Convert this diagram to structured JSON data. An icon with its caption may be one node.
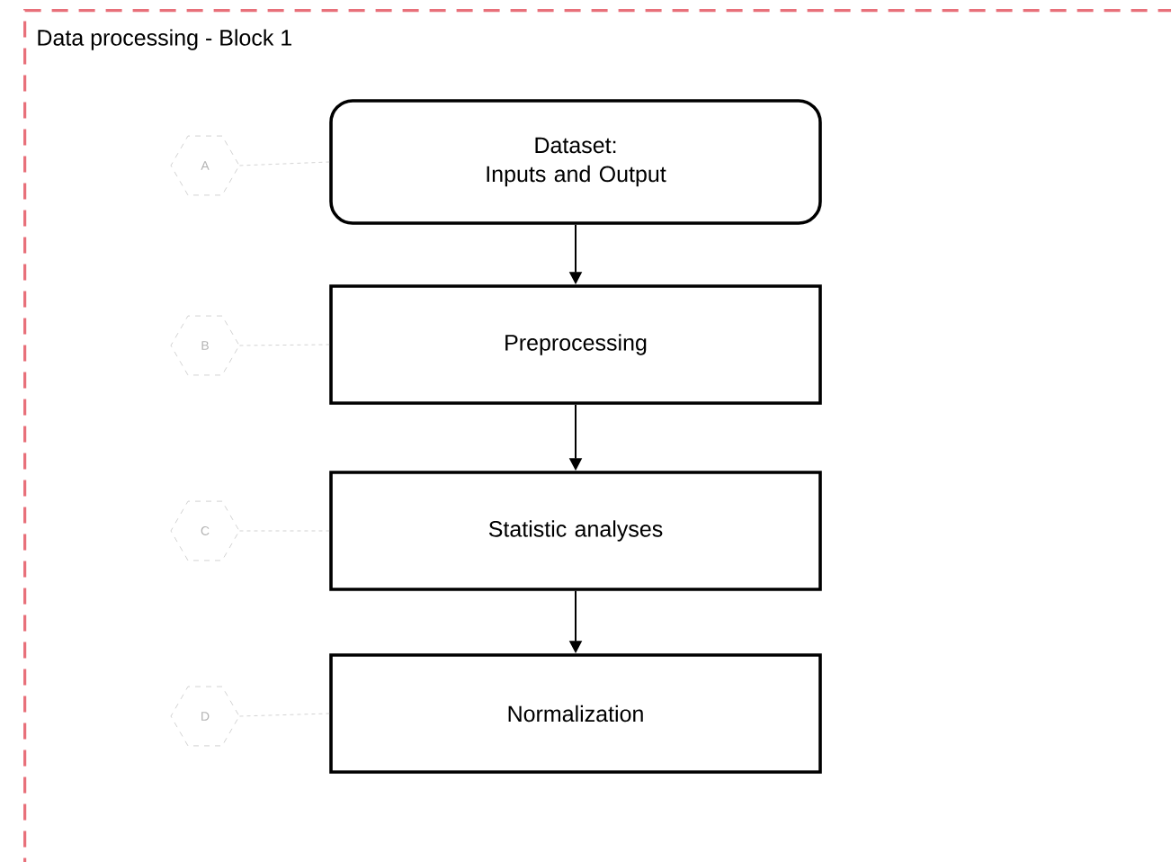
{
  "diagram": {
    "nodes": [
      {
        "text": [
          "Data processing - Block 1"
        ]
      },
      {
        "text": [
          "Dataset:",
          "Inputs and Output"
        ],
        "in": 0
      },
      {
        "text": [
          "Preprocessing"
        ],
        "in": 0
      },
      {
        "text": [
          "Statistic analyses"
        ],
        "in": 0
      },
      {
        "text": [
          "Normalization"
        ],
        "in": 0
      },
      {
        "text": [
          "A"
        ],
        "in": 0
      },
      {
        "text": [
          "B"
        ],
        "in": 0
      },
      {
        "text": [
          "C"
        ],
        "in": 0
      },
      {
        "text": [
          "D"
        ],
        "in": 0
      }
    ],
    "edges": [
      {
        "from": 1,
        "to": 2,
        "arrow": "to",
        "color": "#000000"
      },
      {
        "from": 2,
        "to": 3,
        "arrow": "to",
        "color": "#000000"
      },
      {
        "from": 3,
        "to": 4,
        "arrow": "to",
        "color": "#000000"
      },
      {
        "from": 5,
        "to": 1,
        "arrow": "none",
        "style": "dashed",
        "color": "#c8c8c8"
      },
      {
        "from": 6,
        "to": 2,
        "arrow": "none",
        "style": "dashed",
        "color": "#c8c8c8"
      },
      {
        "from": 7,
        "to": 3,
        "arrow": "none",
        "style": "dashed",
        "color": "#c8c8c8"
      },
      {
        "from": 8,
        "to": 4,
        "arrow": "none",
        "style": "dashed",
        "color": "#c8c8c8"
      }
    ]
  }
}
